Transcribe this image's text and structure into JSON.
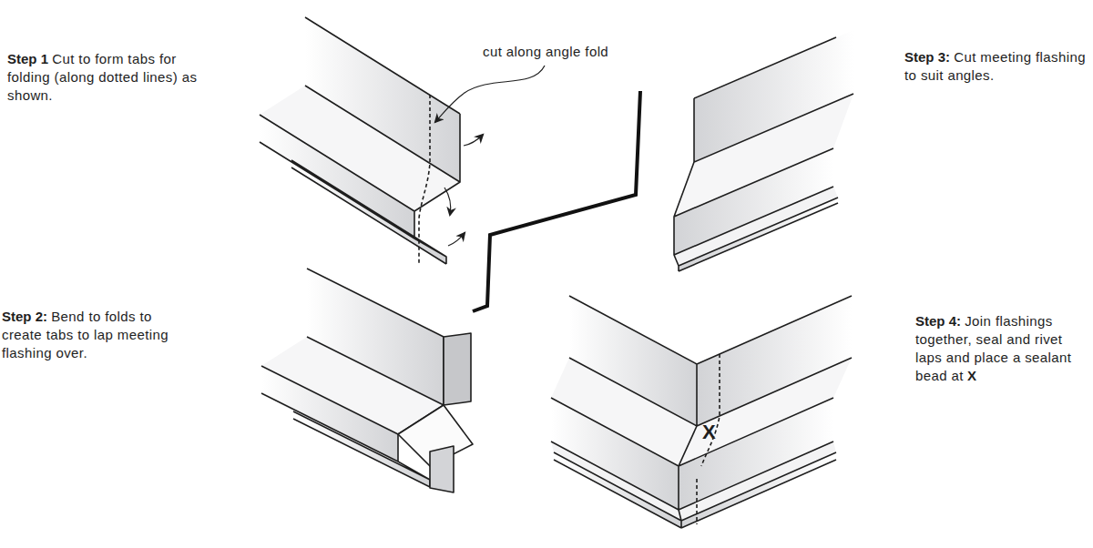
{
  "diagram": {
    "labels": [
      "Step 1",
      "Cut to form tabs for folding (along dotted lines) as shown.",
      "cut along angle fold",
      "Step 3:",
      "Cut meeting flashing to suit angles.",
      "Step 2:",
      "Bend to folds to create tabs to lap meeting flashing over.",
      "Step 4:",
      "Join flashings together, seal and rivet laps and place a sealant bead at",
      "X",
      "X"
    ]
  }
}
